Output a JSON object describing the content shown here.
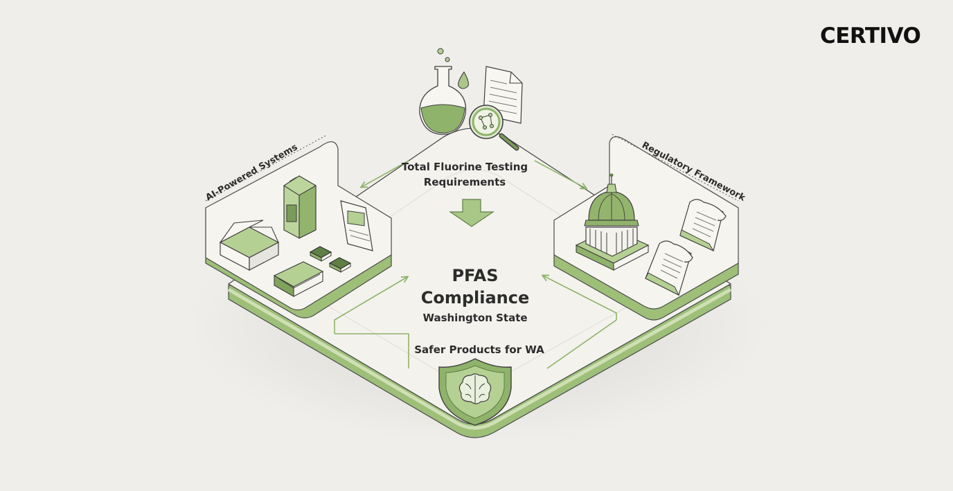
{
  "brand": {
    "logo_text": "CERTIVO"
  },
  "diagram": {
    "top_label_line1": "Total Fluorine Testing",
    "top_label_line2": "Requirements",
    "center_title_line1": "PFAS",
    "center_title_line2": "Compliance",
    "center_subtitle": "Washington State",
    "bottom_label": "Safer Products for WA",
    "left_panel_label": "AI-Powered Systems",
    "right_panel_label": "Regulatory Framework"
  },
  "colors": {
    "background": "#efeeea",
    "accent_green": "#8fb36a",
    "dark_green": "#5f7f45",
    "light_green": "#cfe0b5",
    "line": "#4a4a4a"
  }
}
